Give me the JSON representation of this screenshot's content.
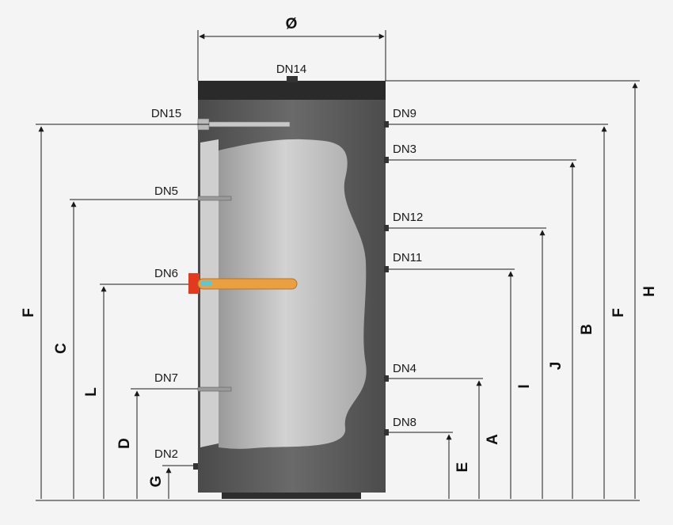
{
  "diameter_symbol": "Ø",
  "nozzles": {
    "top": "DN14",
    "left": [
      "DN15",
      "DN5",
      "DN6",
      "DN7",
      "DN2"
    ],
    "right": [
      "DN9",
      "DN3",
      "DN12",
      "DN11",
      "DN4",
      "DN8"
    ]
  },
  "dimensions": {
    "left": [
      "F",
      "C",
      "L",
      "D",
      "G"
    ],
    "right": [
      "E",
      "A",
      "I",
      "J",
      "B",
      "F",
      "H"
    ]
  },
  "colors": {
    "tank_shell": "#5a5a5a",
    "tank_cap": "#2a2a2a",
    "cutaway_inner": "#bcbcbc",
    "heater_flange": "#e23a1e",
    "heater_element": "#e8a040"
  }
}
